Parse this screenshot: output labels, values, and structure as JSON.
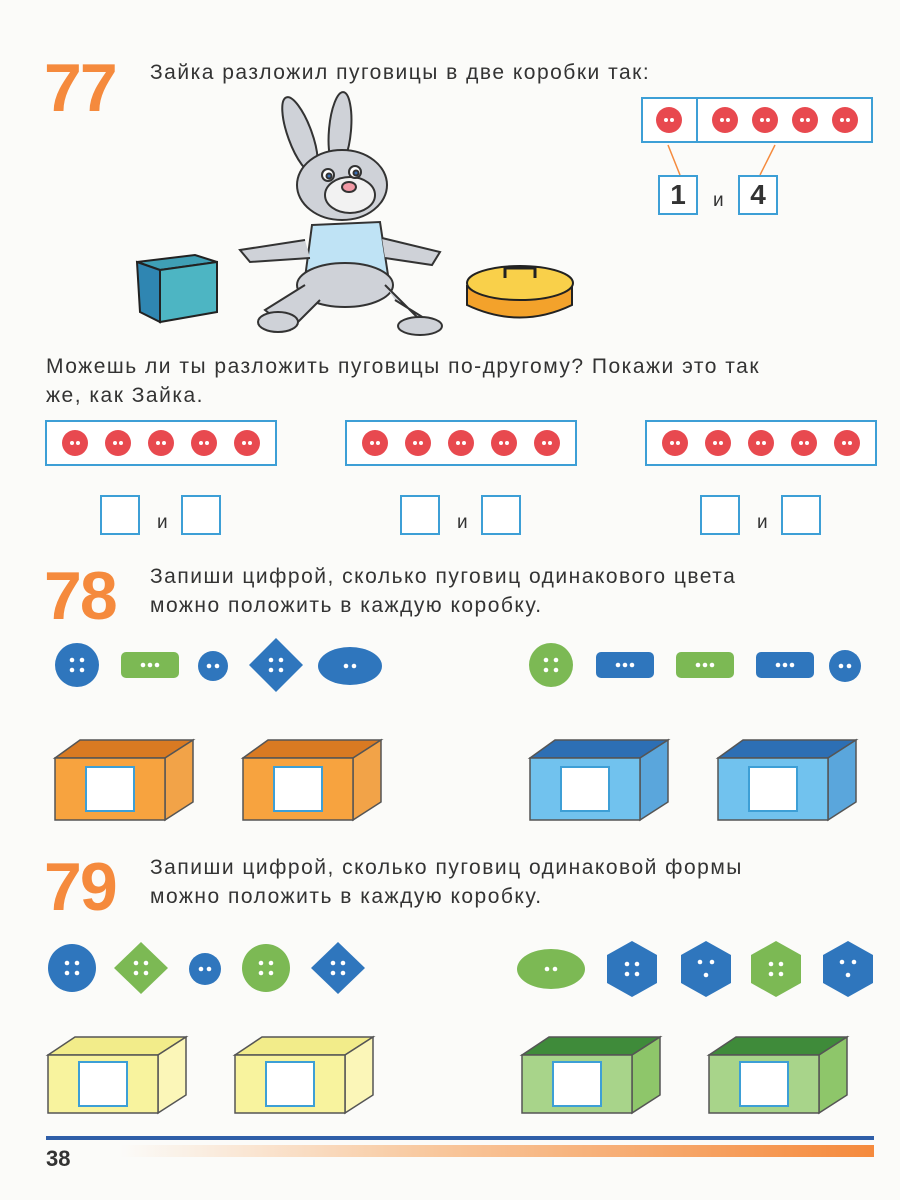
{
  "tasks": {
    "t77": {
      "number": "77",
      "text": "Зайка разложил пуговицы в две коробки так:",
      "example": {
        "left": "1",
        "and": "и",
        "right": "4"
      },
      "question_line1": "Можешь ли ты разложить пуговицы по-другому? Покажи это так",
      "question_line2": "же, как Зайка.",
      "and": "и"
    },
    "t78": {
      "number": "78",
      "text_line1": "Запиши цифрой, сколько пуговиц одинакового цвета",
      "text_line2": "можно положить в каждую коробку."
    },
    "t79": {
      "number": "79",
      "text_line1": "Запиши цифрой, сколько пуговиц одинаковой формы",
      "text_line2": "можно положить в каждую коробку."
    }
  },
  "colors": {
    "red_button": "#e8494f",
    "blue": "#2f76bd",
    "green": "#7cb954",
    "orange": "#f58a3d",
    "frame": "#3d9fd6"
  },
  "footer": {
    "page_number": "38"
  }
}
